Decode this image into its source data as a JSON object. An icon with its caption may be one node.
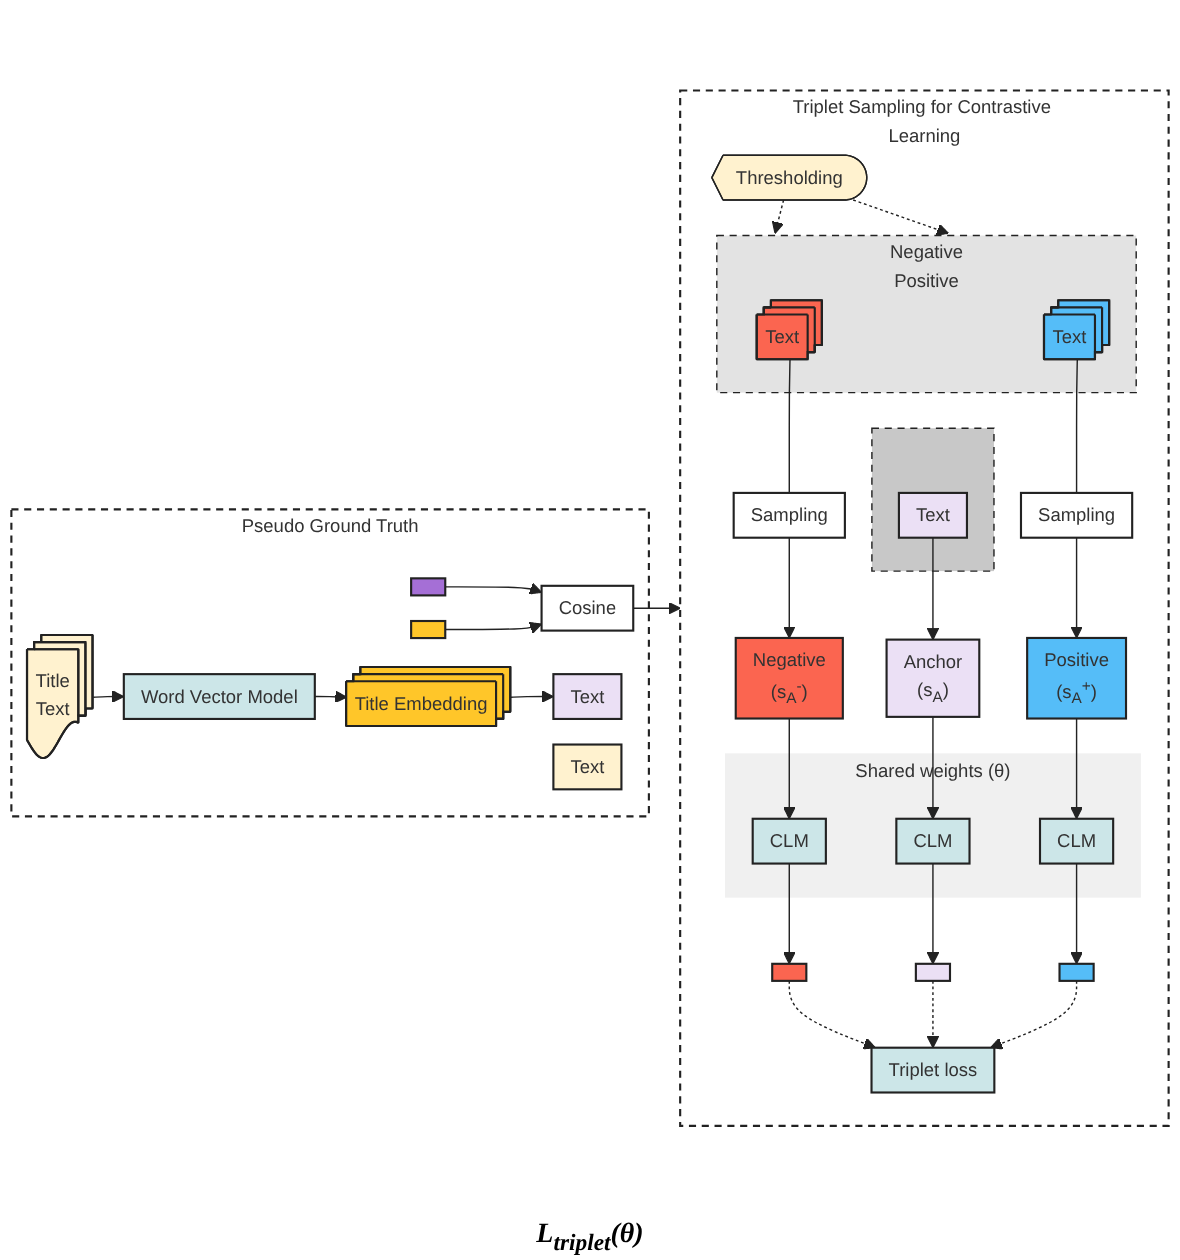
{
  "diagram": {
    "nodes": [
      {
        "text": [
          "Pseudo Ground Truth"
        ]
      },
      {
        "text": [
          "Cosine"
        ],
        "in": 0
      },
      {
        "text": [],
        "shape": "bar",
        "in": 0
      },
      {
        "text": [],
        "shape": "bar",
        "in": 0
      },
      {
        "text": [
          "Text"
        ],
        "in": 0
      },
      {
        "text": [
          "Text"
        ],
        "in": 0
      },
      {
        "text": [
          "Title Embedding"
        ],
        "in": 0
      },
      {
        "text": [
          "Word Vector Model"
        ],
        "in": 0
      },
      {
        "text": [
          "Title",
          "Text"
        ],
        "in": 0
      },
      {
        "text": [
          "Triplet Sampling for Contrastive Learning"
        ]
      },
      {
        "text": [
          "Thresholding"
        ],
        "in": 9
      },
      {
        "text": [
          "Negative",
          "Positive"
        ],
        "in": 9
      },
      {
        "text": [
          "Text"
        ],
        "in": 11
      },
      {
        "text": [],
        "shape": "box",
        "in": 9
      },
      {
        "text": [
          "Text"
        ],
        "in": 13
      },
      {
        "text": [
          "Text"
        ],
        "in": 11
      },
      {
        "text": [
          "Sampling"
        ],
        "in": 9
      },
      {
        "text": [
          "Sampling"
        ],
        "in": 9
      },
      {
        "text": [
          "Negative",
          "(s$_{A}$$^{-}$)"
        ],
        "in": 9
      },
      {
        "text": [
          "Anchor",
          "(s$_{A}$)"
        ],
        "in": 9
      },
      {
        "text": [
          "Positive",
          "(s$_{A}$$^{+}$)"
        ],
        "in": 9
      },
      {
        "text": [
          "Shared weights (θ)"
        ],
        "in": 9
      },
      {
        "text": [
          "CLM"
        ],
        "in": 21
      },
      {
        "text": [
          "CLM"
        ],
        "in": 21
      },
      {
        "text": [
          "CLM"
        ],
        "in": 21
      },
      {
        "text": [],
        "shape": "bar",
        "in": 9
      },
      {
        "text": [],
        "shape": "bar",
        "in": 9
      },
      {
        "text": [],
        "shape": "bar",
        "in": 9
      },
      {
        "text": [
          "Triplet loss"
        ],
        "in": 9
      }
    ],
    "edges": [
      {
        "from": 1,
        "to": 9,
        "arrow": "to"
      },
      {
        "from": 2,
        "to": 1,
        "arrow": "to"
      },
      {
        "from": 3,
        "to": 1,
        "arrow": "to"
      },
      {
        "from": 6,
        "to": 4,
        "arrow": "to"
      },
      {
        "from": 7,
        "to": 6,
        "arrow": "to"
      },
      {
        "from": 8,
        "to": 7,
        "arrow": "to"
      },
      {
        "from": 10,
        "to": 11,
        "arrow": "to",
        "style": "dashed"
      },
      {
        "from": 10,
        "to": 11,
        "arrow": "to",
        "style": "dashed"
      },
      {
        "from": 12,
        "to": 16,
        "arrow": "none"
      },
      {
        "from": 16,
        "to": 18,
        "arrow": "to"
      },
      {
        "from": 14,
        "to": 19,
        "arrow": "to"
      },
      {
        "from": 15,
        "to": 17,
        "arrow": "none"
      },
      {
        "from": 17,
        "to": 20,
        "arrow": "to"
      },
      {
        "from": 18,
        "to": 22,
        "arrow": "to"
      },
      {
        "from": 19,
        "to": 23,
        "arrow": "to"
      },
      {
        "from": 20,
        "to": 24,
        "arrow": "to"
      },
      {
        "from": 22,
        "to": 25,
        "arrow": "to"
      },
      {
        "from": 23,
        "to": 26,
        "arrow": "to"
      },
      {
        "from": 24,
        "to": 27,
        "arrow": "to"
      },
      {
        "from": 25,
        "to": 28,
        "arrow": "to",
        "style": "dashed"
      },
      {
        "from": 26,
        "to": 28,
        "arrow": "to",
        "style": "dashed"
      },
      {
        "from": 27,
        "to": 28,
        "arrow": "to",
        "style": "dashed"
      }
    ],
    "labels": [
      "L$_{triplet}$(θ)"
    ]
  }
}
